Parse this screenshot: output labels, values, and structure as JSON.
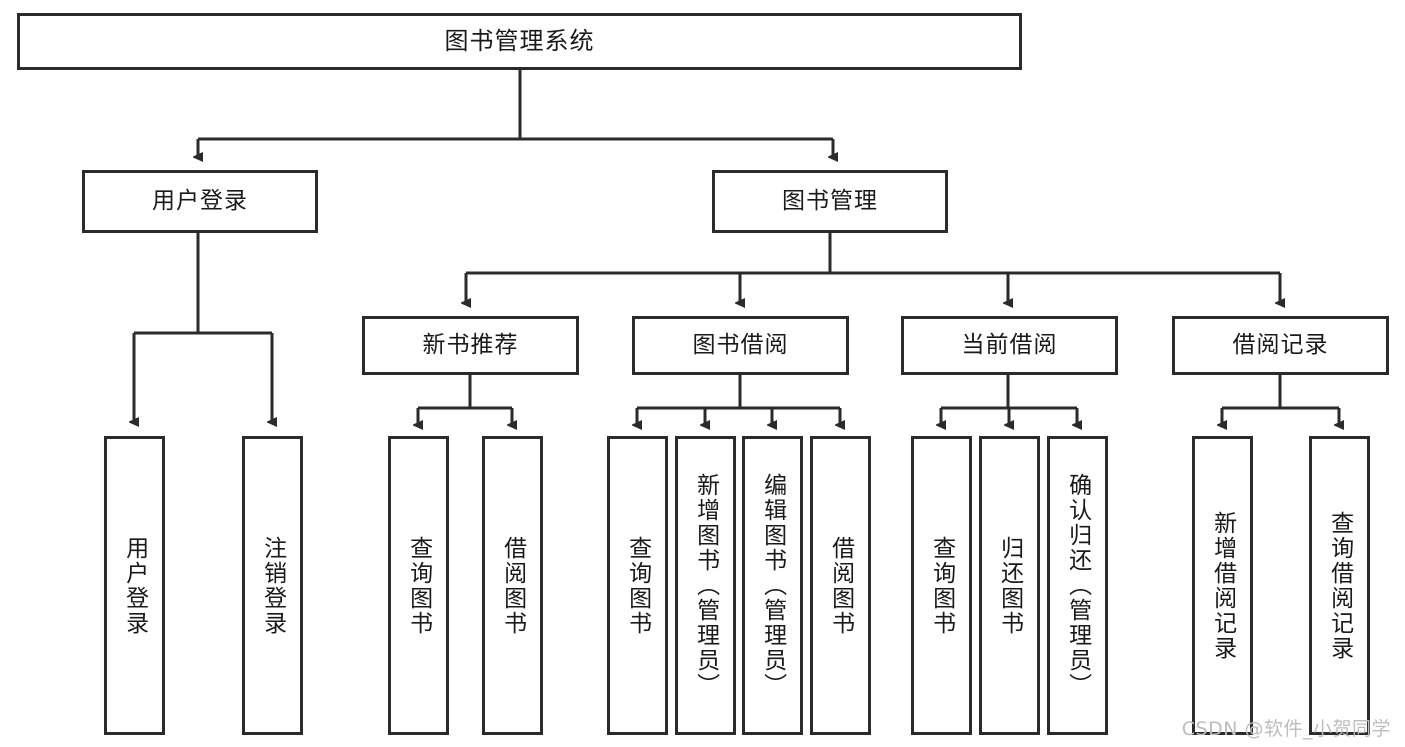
{
  "diagram": {
    "title": "图书管理系统",
    "type": "tree",
    "watermark": "CSDN @软件_小贺同学",
    "colors": {
      "box_border": "#2b2b2b",
      "box_fill": "#ffffff",
      "connector": "#2b2b2b",
      "text": "#1a1a1a",
      "watermark": "#bdbdbd"
    },
    "root": {
      "label": "图书管理系统"
    },
    "level2": [
      {
        "label": "用户登录"
      },
      {
        "label": "图书管理"
      }
    ],
    "level3": [
      {
        "label": "新书推荐"
      },
      {
        "label": "图书借阅"
      },
      {
        "label": "当前借阅"
      },
      {
        "label": "借阅记录"
      }
    ],
    "leaves": {
      "user_login": [
        {
          "label": "用户登录"
        },
        {
          "label": "注销登录"
        }
      ],
      "new_books": [
        {
          "label": "查询图书"
        },
        {
          "label": "借阅图书"
        }
      ],
      "book_borrow": [
        {
          "label": "查询图书"
        },
        {
          "label": "新增图书（管理员）"
        },
        {
          "label": "编辑图书（管理员）"
        },
        {
          "label": "借阅图书"
        }
      ],
      "current_borrow": [
        {
          "label": "查询图书"
        },
        {
          "label": "归还图书"
        },
        {
          "label": "确认归还（管理员）"
        }
      ],
      "borrow_records": [
        {
          "label": "新增借阅记录"
        },
        {
          "label": "查询借阅记录"
        }
      ]
    }
  }
}
